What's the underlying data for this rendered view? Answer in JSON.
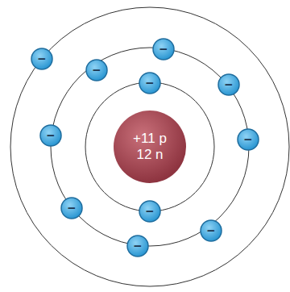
{
  "diagram": {
    "nodes": [
      {
        "text": [
          "+11 p",
          "12 n"
        ]
      },
      {
        "text": [
          "−"
        ]
      },
      {
        "text": [
          "−"
        ]
      },
      {
        "text": [
          "−"
        ]
      },
      {
        "text": [
          "−"
        ]
      },
      {
        "text": [
          "−"
        ]
      },
      {
        "text": [
          "−"
        ]
      },
      {
        "text": [
          "−"
        ]
      },
      {
        "text": [
          "−"
        ]
      },
      {
        "text": [
          "−"
        ]
      },
      {
        "text": [
          "−"
        ]
      },
      {
        "text": [
          "−"
        ]
      }
    ]
  }
}
